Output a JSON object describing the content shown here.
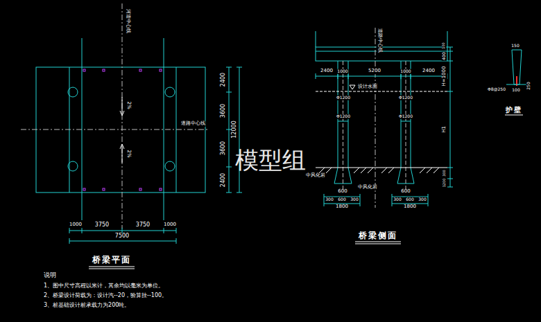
{
  "diagram": {
    "labels": [
      "河道中心线",
      "2%",
      "2%",
      "道路中心线",
      "2400",
      "3600",
      "3600",
      "2400",
      "12000",
      "1000",
      "3750",
      "3750",
      "1000",
      "7500",
      "桥梁平面",
      "道路中心线",
      "100",
      "400",
      "2400",
      "1000",
      "5200",
      "1000",
      "2400",
      "H=1000",
      "设计水面",
      "Φ1200",
      "Φ1200",
      "Φ1200",
      "Φ1200",
      "H1",
      "300",
      "1200",
      "中风化岩",
      "中风化岩",
      "600",
      "600",
      "300",
      "600",
      "300",
      "300",
      "600",
      "300",
      "1800",
      "1800",
      "桥梁侧面",
      "150",
      "Φ8@250",
      "100",
      "250",
      "护壁",
      "说明",
      "1、图中尺寸高程以米计，其余均以毫米为单位。",
      "2、桥梁设计荷载为：设计汽--20，验算挂--100。",
      "3、桩基础设计桩承载力为200吨。",
      "模型组"
    ]
  }
}
